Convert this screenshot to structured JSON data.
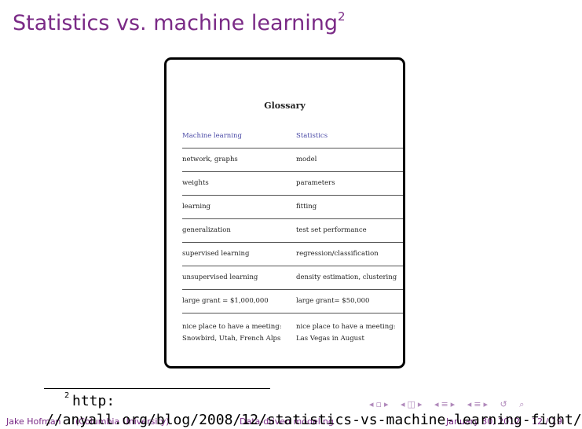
{
  "slide": {
    "title": "Statistics vs. machine learning",
    "title_footnote_mark": "2"
  },
  "glossary": {
    "title": "Glossary",
    "headers": [
      "Machine learning",
      "Statistics"
    ],
    "rows": [
      [
        "network, graphs",
        "model"
      ],
      [
        "weights",
        "parameters"
      ],
      [
        "learning",
        "fitting"
      ],
      [
        "generalization",
        "test set performance"
      ],
      [
        "supervised learning",
        "regression/classification"
      ],
      [
        "unsupervised learning",
        "density estimation, clustering"
      ],
      [
        "large grant = $1,000,000",
        "large grant= $50,000"
      ]
    ],
    "last_row": {
      "left_line1": "nice place to have a meeting:",
      "left_line2": "Snowbird, Utah, French Alps",
      "right_line1": "nice place to have a meeting:",
      "right_line2": "Las Vegas in August"
    }
  },
  "footnote": {
    "mark": "2",
    "line1": "http:",
    "line2": "//anyall.org/blog/2008/12/statistics-vs-machine-learning-fight/"
  },
  "footer": {
    "author": "Jake Hofman",
    "affiliation": "(Columbia University)",
    "talk_title": "Data-driven modeling",
    "date": "January 30, 2012",
    "page": "12 / 19"
  },
  "nav_icons": [
    "nav-frame-left",
    "nav-frame-right",
    "nav-subsection-left",
    "nav-subsection-right",
    "nav-section-left",
    "nav-section-right",
    "nav-back",
    "nav-search"
  ]
}
